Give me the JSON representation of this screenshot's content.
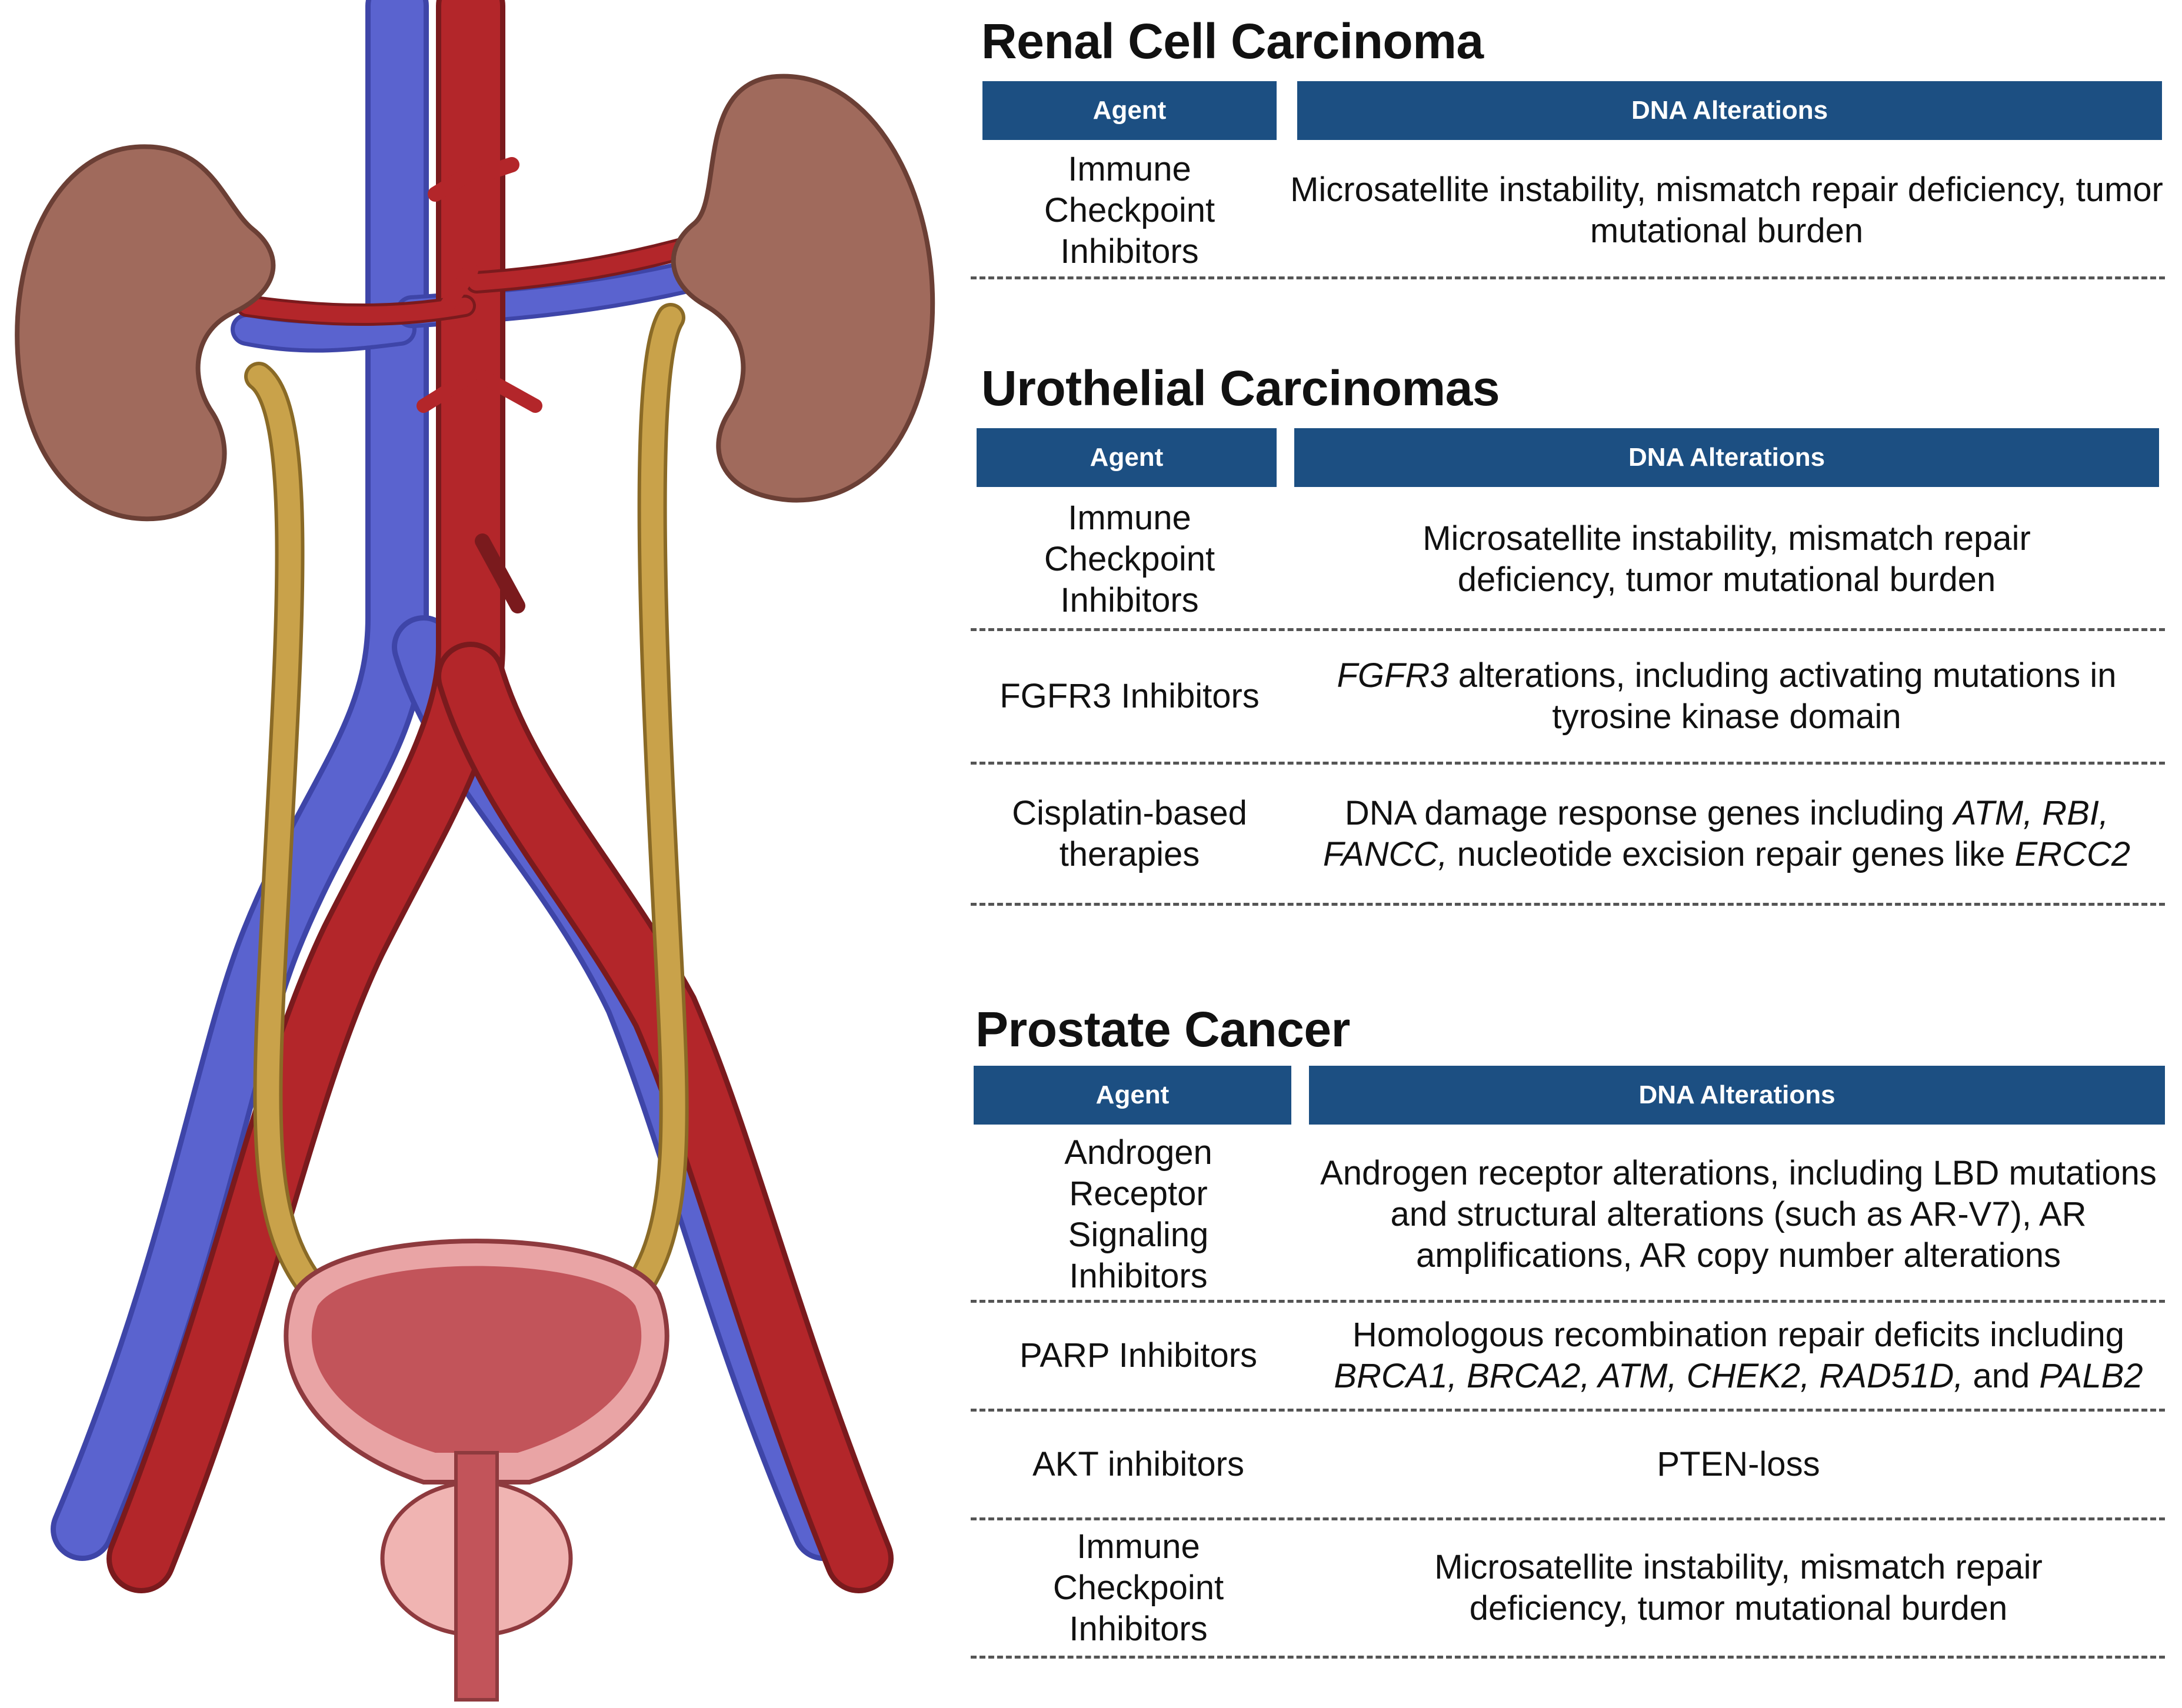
{
  "colors": {
    "header": "#1c4f82",
    "artery": "#b3262a",
    "vein": "#5a63cf",
    "ureter": "#c9a24a",
    "kidney": "#a06a5c",
    "bladder": "#c2545a"
  },
  "column_headers": {
    "agent": "Agent",
    "alterations": "DNA Alterations"
  },
  "sections": [
    {
      "title": "Renal Cell Carcinoma",
      "rows": [
        {
          "agent": "Immune Checkpoint Inhibitors",
          "alterations": "Microsatellite instability, mismatch repair deficiency, tumor mutational burden"
        }
      ]
    },
    {
      "title": "Urothelial Carcinomas",
      "rows": [
        {
          "agent": "Immune Checkpoint Inhibitors",
          "alterations": "Microsatellite instability, mismatch repair deficiency, tumor mutational burden"
        },
        {
          "agent": "FGFR3 Inhibitors",
          "alt_parts": {
            "a": "FGFR3",
            "b": " alterations, including activating mutations in tyrosine kinase domain"
          }
        },
        {
          "agent": "Cisplatin-based therapies",
          "alt_parts": {
            "a": "DNA damage response genes including ",
            "b": "ATM, RBI, FANCC,",
            "c": " nucleotide excision repair genes like ",
            "d": "ERCC2"
          }
        }
      ]
    },
    {
      "title": "Prostate Cancer",
      "rows": [
        {
          "agent": "Androgen Receptor Signaling Inhibitors",
          "alterations": "Androgen receptor alterations, including LBD mutations and structural alterations (such as AR-V7), AR amplifications, AR copy number alterations"
        },
        {
          "agent": "PARP Inhibitors",
          "alt_parts": {
            "a": "Homologous recombination repair deficits including ",
            "b": "BRCA1, BRCA2, ATM, CHEK2, RAD51D,",
            "c": " and ",
            "d": "PALB2"
          }
        },
        {
          "agent": "AKT inhibitors",
          "alterations": "PTEN-loss"
        },
        {
          "agent": "Immune Checkpoint Inhibitors",
          "alterations": "Microsatellite instability, mismatch repair deficiency, tumor mutational burden"
        }
      ]
    }
  ]
}
